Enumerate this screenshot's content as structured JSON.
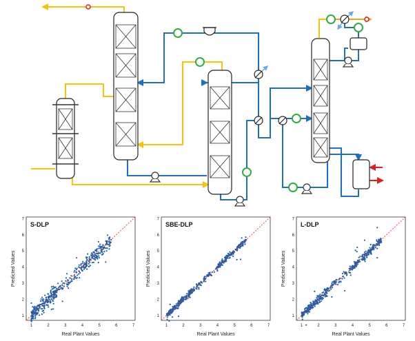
{
  "colors": {
    "blue": "#1f6fc0",
    "yellow": "#f2c40f",
    "green": "#2fae3f",
    "red": "#e02020",
    "orange": "#f5a31a",
    "points": "#1f5fa8",
    "diag": "#e03030"
  },
  "figure": {
    "panels": [
      {
        "title": "S-DLP",
        "xlabel": "Real Plant Values",
        "ylabel": "Predicted Values"
      },
      {
        "title": "SBE-DLP",
        "xlabel": "Real Plant Values",
        "ylabel": "Predicted Values"
      },
      {
        "title": "L-DLP",
        "xlabel": "Real Plant Values",
        "ylabel": "Predicted Values"
      }
    ],
    "ticks": [
      "1",
      "2",
      "3",
      "4",
      "5",
      "6",
      "7"
    ]
  },
  "chart_data": [
    {
      "type": "scatter",
      "title": "S-DLP",
      "xlabel": "Real Plant Values",
      "ylabel": "Predicted Values",
      "xlim": [
        0.7,
        7.1
      ],
      "ylim": [
        0.7,
        7.1
      ],
      "noise": 0.22,
      "n_points": 450,
      "reference_line": "y = x"
    },
    {
      "type": "scatter",
      "title": "SBE-DLP",
      "xlabel": "Real Plant Values",
      "ylabel": "Predicted Values",
      "xlim": [
        0.7,
        7.1
      ],
      "ylim": [
        0.7,
        7.1
      ],
      "noise": 0.09,
      "n_points": 450,
      "reference_line": "y = x"
    },
    {
      "type": "scatter",
      "title": "L-DLP",
      "xlabel": "Real Plant Values",
      "ylabel": "Predicted Values",
      "xlim": [
        0.7,
        7.1
      ],
      "ylim": [
        0.7,
        7.1
      ],
      "noise": 0.12,
      "n_points": 450,
      "reference_line": "y = x"
    }
  ]
}
